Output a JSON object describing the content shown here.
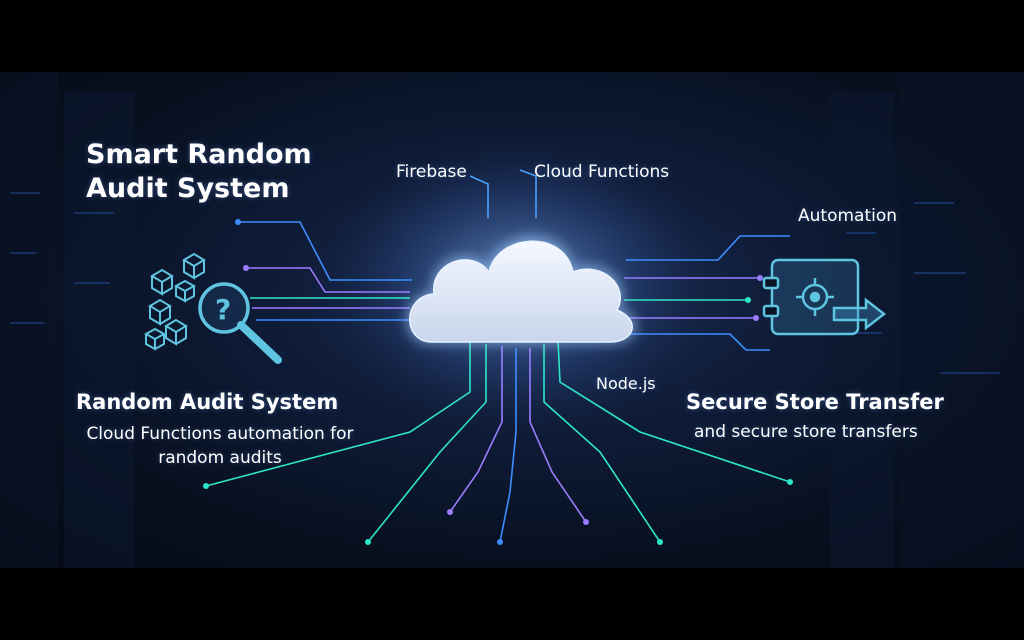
{
  "title": {
    "line1": "Smart Random",
    "line2": "Audit System"
  },
  "cloud_labels": {
    "firebase": "Firebase",
    "cloud_functions": "Cloud Functions",
    "automation": "Automation",
    "nodejs": "Node.js"
  },
  "left_panel": {
    "heading": "Random Audit System",
    "description": "Cloud Functions automation for random audits",
    "icon": "magnifier-question-icon"
  },
  "right_panel": {
    "heading": "Secure Store Transfer",
    "description": "and secure store transfers",
    "icon": "secure-transfer-icon"
  },
  "colors": {
    "background": "#0b1427",
    "cyan_line": "#2ee6c8",
    "violet_line": "#9a7cff",
    "blue_line": "#3e8cff",
    "cloud_glow": "#7fb8ff",
    "icon_teal": "#5fc4e0"
  }
}
